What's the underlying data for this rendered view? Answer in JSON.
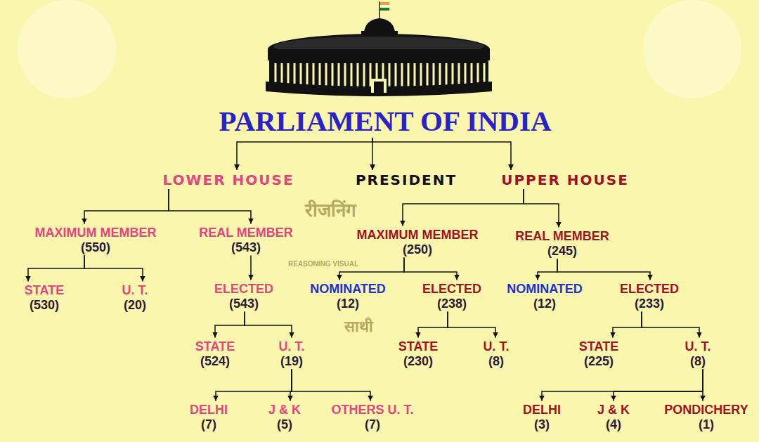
{
  "diagram": {
    "nodes": [
      {
        "text": [
          "PARLIAMENT OF INDIA"
        ]
      },
      {
        "text": [
          "LOWER HOUSE"
        ]
      },
      {
        "text": [
          "PRESIDENT"
        ]
      },
      {
        "text": [
          "UPPER HOUSE"
        ]
      },
      {
        "text": [
          "MAXIMUM MEMBER",
          "(550)"
        ]
      },
      {
        "text": [
          "REAL MEMBER",
          "(543)"
        ]
      },
      {
        "text": [
          "MAXIMUM MEMBER",
          "(250)"
        ]
      },
      {
        "text": [
          "REAL MEMBER",
          "(245)"
        ]
      },
      {
        "text": [
          "STATE",
          "(530)"
        ]
      },
      {
        "text": [
          "U. T.",
          "(20)"
        ]
      },
      {
        "text": [
          "ELECTED",
          "(543)"
        ]
      },
      {
        "text": [
          "NOMINATED",
          "(12)"
        ]
      },
      {
        "text": [
          "ELECTED",
          "(238)"
        ]
      },
      {
        "text": [
          "NOMINATED",
          "(12)"
        ]
      },
      {
        "text": [
          "ELECTED",
          "(233)"
        ]
      },
      {
        "text": [
          "STATE",
          "(524)"
        ]
      },
      {
        "text": [
          "U. T.",
          "(19)"
        ]
      },
      {
        "text": [
          "STATE",
          "(230)"
        ]
      },
      {
        "text": [
          "U. T.",
          "(8)"
        ]
      },
      {
        "text": [
          "STATE",
          "(225)"
        ]
      },
      {
        "text": [
          "U. T.",
          "(8)"
        ]
      },
      {
        "text": [
          "DELHI",
          "(7)"
        ]
      },
      {
        "text": [
          "J & K",
          "(5)"
        ]
      },
      {
        "text": [
          "OTHERS U. T.",
          "(7)"
        ]
      },
      {
        "text": [
          "DELHI",
          "(3)"
        ]
      },
      {
        "text": [
          "J & K",
          "(4)"
        ]
      },
      {
        "text": [
          "PONDICHERY",
          "(1)"
        ]
      }
    ],
    "edges": [
      {
        "from": 0,
        "to": 1,
        "arrow": "to"
      },
      {
        "from": 0,
        "to": 2,
        "arrow": "to"
      },
      {
        "from": 0,
        "to": 3,
        "arrow": "to"
      },
      {
        "from": 1,
        "to": 4,
        "arrow": "to"
      },
      {
        "from": 1,
        "to": 5,
        "arrow": "to"
      },
      {
        "from": 3,
        "to": 6,
        "arrow": "to"
      },
      {
        "from": 3,
        "to": 7,
        "arrow": "to"
      },
      {
        "from": 4,
        "to": 8,
        "arrow": "to"
      },
      {
        "from": 4,
        "to": 9,
        "arrow": "to"
      },
      {
        "from": 5,
        "to": 10,
        "arrow": "to"
      },
      {
        "from": 6,
        "to": 11,
        "arrow": "to"
      },
      {
        "from": 6,
        "to": 12,
        "arrow": "to"
      },
      {
        "from": 7,
        "to": 13,
        "arrow": "to"
      },
      {
        "from": 7,
        "to": 14,
        "arrow": "to"
      },
      {
        "from": 10,
        "to": 15,
        "arrow": "to"
      },
      {
        "from": 10,
        "to": 16,
        "arrow": "to"
      },
      {
        "from": 12,
        "to": 17,
        "arrow": "to"
      },
      {
        "from": 12,
        "to": 18,
        "arrow": "to"
      },
      {
        "from": 14,
        "to": 19,
        "arrow": "to"
      },
      {
        "from": 14,
        "to": 20,
        "arrow": "to"
      },
      {
        "from": 16,
        "to": 21,
        "arrow": "to"
      },
      {
        "from": 16,
        "to": 22,
        "arrow": "to"
      },
      {
        "from": 16,
        "to": 23,
        "arrow": "to"
      },
      {
        "from": 20,
        "to": 24,
        "arrow": "to"
      },
      {
        "from": 20,
        "to": 25,
        "arrow": "to"
      },
      {
        "from": 20,
        "to": 26,
        "arrow": "to"
      }
    ],
    "labels": [
      "रीजनिंग",
      "REASONING VISUAL",
      "साथी"
    ]
  }
}
